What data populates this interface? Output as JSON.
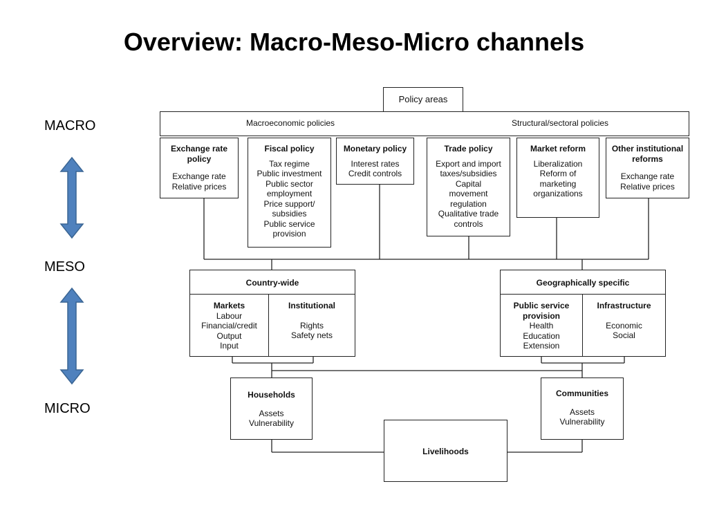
{
  "title": "Overview: Macro-Meso-Micro channels",
  "levels": {
    "macro": "MACRO",
    "meso": "MESO",
    "micro": "MICRO"
  },
  "arrow_color": "#4f81bd",
  "diagram": {
    "policy_areas": "Policy areas",
    "macroeconomic": "Macroeconomic policies",
    "structural": "Structural/sectoral policies",
    "policies": [
      {
        "heading": "Exchange rate policy",
        "body": "Exchange rate\nRelative prices"
      },
      {
        "heading": "Fiscal policy",
        "body": "Tax regime\nPublic investment\nPublic sector\nemployment\nPrice support/\nsubsidies\nPublic service\nprovision"
      },
      {
        "heading": "Monetary policy",
        "body": "Interest rates\nCredit controls"
      },
      {
        "heading": "Trade policy",
        "body": "Export and import\ntaxes/subsidies\nCapital\nmovement\nregulation\nQualitative trade\ncontrols"
      },
      {
        "heading": "Market reform",
        "body": "Liberalization\nReform of\nmarketing\norganizations"
      },
      {
        "heading": "Other institutional reforms",
        "body": "Exchange rate\nRelative prices"
      }
    ],
    "country_wide": {
      "heading": "Country-wide",
      "markets": {
        "heading": "Markets",
        "body": "Labour\nFinancial/credit\nOutput\nInput"
      },
      "institutional": {
        "heading": "Institutional",
        "body": "Rights\nSafety nets"
      }
    },
    "geo_specific": {
      "heading": "Geographically specific",
      "public_service": {
        "heading": "Public service provision",
        "body": "Health\nEducation\nExtension"
      },
      "infrastructure": {
        "heading": "Infrastructure",
        "body": "Economic\nSocial"
      }
    },
    "households": {
      "heading": "Households",
      "body": "Assets\nVulnerability"
    },
    "communities": {
      "heading": "Communities",
      "body": "Assets\nVulnerability"
    },
    "livelihoods": "Livelihoods"
  }
}
